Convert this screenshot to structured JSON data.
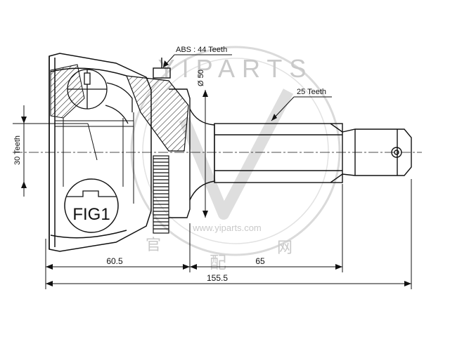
{
  "drawing": {
    "abs_label": "ABS : 44 Teeth",
    "outer_teeth_label": "25 Teeth",
    "inner_teeth_label": "30 Teeth",
    "diameter_label": "Ø 50",
    "figure_label": "FIG1",
    "dim_left": "60.5",
    "dim_right": "65",
    "dim_total": "155.5"
  },
  "watermark": {
    "arc_text": "YIPARTS",
    "url": "www.yiparts.com",
    "chars": [
      "配",
      "网",
      "官"
    ]
  },
  "colors": {
    "line": "#111111",
    "watermark": "#c9c9c9"
  }
}
